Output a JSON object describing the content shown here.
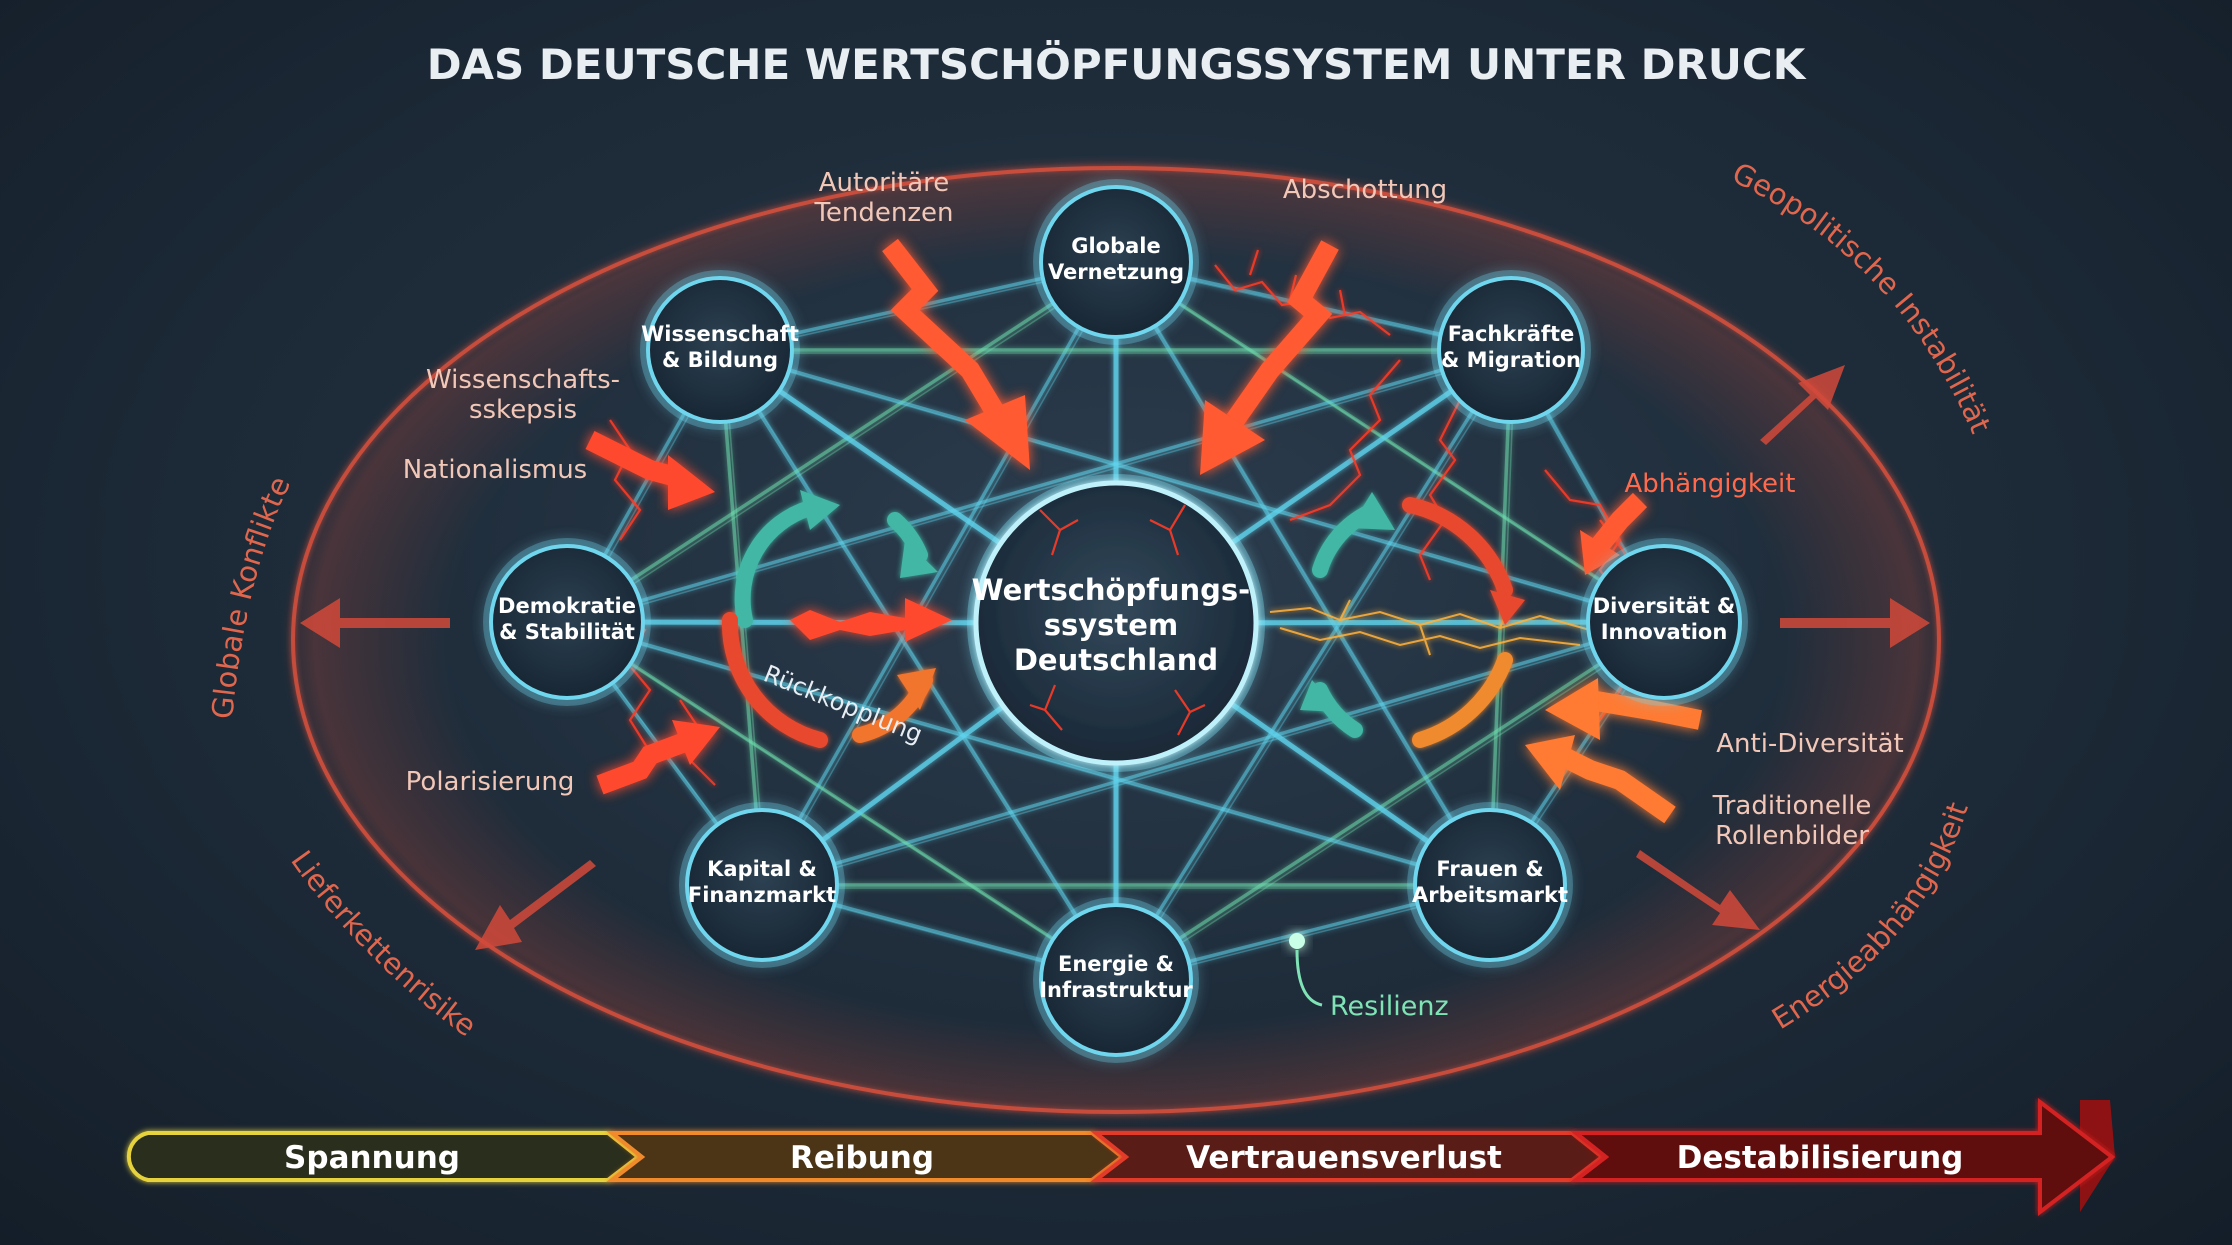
{
  "title": "DAS DEUTSCHE WERTSCHÖPFUNGSSYSTEM UNTER DRUCK",
  "center": {
    "lines": [
      "Wertschöpfungs-",
      "ssystem",
      "Deutschland"
    ]
  },
  "nodes": {
    "globale": {
      "lines": [
        "Globale",
        "Vernetzung"
      ]
    },
    "wissenschaft": {
      "lines": [
        "Wissenschaft",
        "& Bildung"
      ]
    },
    "fachkraefte": {
      "lines": [
        "Fachkräfte",
        "& Migration"
      ]
    },
    "demokratie": {
      "lines": [
        "Demokratie",
        "& Stabilität"
      ]
    },
    "diversitaet": {
      "lines": [
        "Diversität &",
        "Innovation"
      ]
    },
    "kapital": {
      "lines": [
        "Kapital &",
        "Finanzmarkt"
      ]
    },
    "frauen": {
      "lines": [
        "Frauen &",
        "Arbeitsmarkt"
      ]
    },
    "energie": {
      "lines": [
        "Energie &",
        "Infrastruktur"
      ]
    }
  },
  "pressures": {
    "autoritaer": {
      "lines": [
        "Autoritäre",
        "Tendenzen"
      ]
    },
    "abschottung": {
      "lines": [
        "Abschottung"
      ]
    },
    "wissenschaftsskepsis": {
      "lines": [
        "Wissenschafts-",
        "sskepsis"
      ]
    },
    "nationalismus": {
      "lines": [
        "Nationalismus"
      ]
    },
    "polarisierung": {
      "lines": [
        "Polarisierung"
      ]
    },
    "abhaengigkeit": {
      "lines": [
        "Abhängigkeit"
      ]
    },
    "anti_diversitaet": {
      "lines": [
        "Anti-Diversität"
      ]
    },
    "rollenbilder": {
      "lines": [
        "Traditionelle",
        "Rollenbilder"
      ]
    }
  },
  "feedback_label": "Rückkopplung",
  "resilience_label": "Resilienz",
  "ring_labels": {
    "left_upper": "Globale Konflikte",
    "left_lower": "Lieferkettenrisiken",
    "right_upper": "Geopolitische Instabilität",
    "right_lower": "Energieabhängigkeit"
  },
  "stages": [
    "Spannung",
    "Reibung",
    "Vertrauensverlust",
    "Destabilisierung"
  ],
  "colors": {
    "node_ring": "#6fd6ee",
    "link_cyan": "#5fd3ec",
    "link_green": "#6fe0b0",
    "pressure_red": "#ff4a2e",
    "pressure_orange": "#ff7a30",
    "ring_red": "#e2523c",
    "label_red": "#ff6a4d",
    "label_warm": "#f1c7b8",
    "resilience_green": "#7fe3b6",
    "stage_yellow": "#e6d23c",
    "stage_orange": "#f08a2a",
    "stage_red": "#e23a2a",
    "stage_darkred": "#b41a1a"
  }
}
